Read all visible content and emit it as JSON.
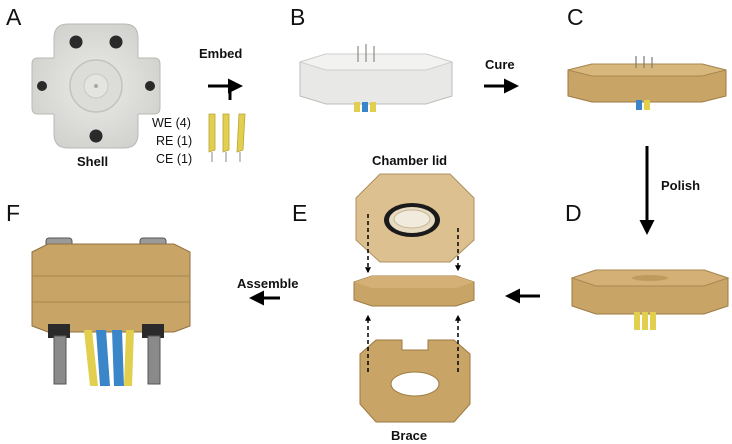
{
  "panels": {
    "a": {
      "letter": "A",
      "caption": "Shell"
    },
    "b": {
      "letter": "B"
    },
    "c": {
      "letter": "C"
    },
    "d": {
      "letter": "D"
    },
    "e": {
      "letter": "E",
      "top_caption": "Chamber lid",
      "bottom_caption": "Brace"
    },
    "f": {
      "letter": "F"
    }
  },
  "steps": {
    "embed": "Embed",
    "cure": "Cure",
    "polish": "Polish",
    "assemble": "Assemble"
  },
  "electrodes": [
    {
      "label": "WE (4)"
    },
    {
      "label": "RE (1)"
    },
    {
      "label": "CE (1)"
    }
  ],
  "colors": {
    "shell_white": "#e6e6e4",
    "epoxy_amber": "#c9a467",
    "wire_yellow": "#e2cf4e",
    "wire_blue": "#3a86c8",
    "oring_black": "#1a1a1a"
  }
}
